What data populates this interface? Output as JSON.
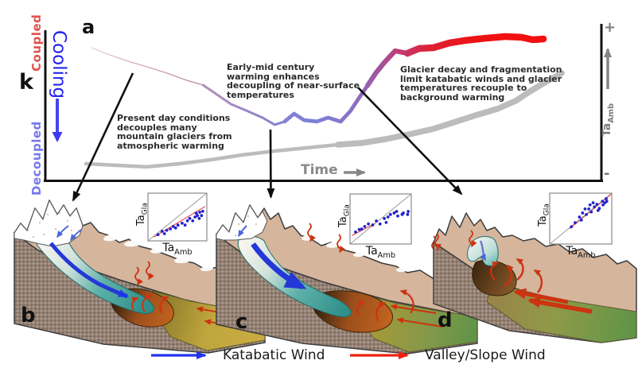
{
  "panel_labels": {
    "a": "a",
    "b": "b",
    "c": "c",
    "d": "d"
  },
  "axis": {
    "coupled": "Coupled",
    "k": "k",
    "decoupled": "Decoupled",
    "cooling": "Cooling",
    "time": "Time",
    "plus": "+",
    "minus": "-",
    "ta": "Ta",
    "amb": "Amb",
    "gla": "Gla"
  },
  "annotations": {
    "present_day": "Present day conditions\ndecouples many\nmountain glaciers from\natmospheric warming",
    "early_mid": "Early-mid century\nwarming enhances\ndecoupling of near-surface\ntemperatures",
    "glacier_decay": "Glacier decay and fragmentation\nlimit katabatic winds and glacier\ntemperatures recouple to\nbackground warming"
  },
  "legend": {
    "katabatic": "Katabatic Wind",
    "valley_slope": "Valley/Slope Wind"
  },
  "colors": {
    "coupled_red": "#e0524e",
    "decoupled_blue": "#7678ee",
    "cooling_blue": "#2525ee",
    "time_gray": "#8a8a8a",
    "ambient_gray": "#bcbcbc",
    "scatter_blue": "#2525cc",
    "trend_red": "#e05555",
    "katabatic_blue": "#2233ee",
    "valley_wind_red": "#cc3311",
    "glacier_teal": "#3f9f9a",
    "terrain_tan": "#d5b59c",
    "valley_yellow": "#c9ab42",
    "valley_green": "#5f9447",
    "curve_gradient": [
      [
        0,
        "#ecd9dc"
      ],
      [
        0.1,
        "#d8aeb6"
      ],
      [
        0.2,
        "#c295ab"
      ],
      [
        0.3,
        "#a98bc0"
      ],
      [
        0.4,
        "#8683d2"
      ],
      [
        0.5,
        "#7d7ed6"
      ],
      [
        0.57,
        "#8a74c6"
      ],
      [
        0.63,
        "#a055a0"
      ],
      [
        0.68,
        "#c23a6e"
      ],
      [
        0.74,
        "#dd2133"
      ],
      [
        0.85,
        "#ee1111"
      ],
      [
        1,
        "#f31010"
      ]
    ]
  },
  "chart_data": [
    {
      "id": "main",
      "type": "line",
      "title": "Glacier boundary-layer coupling k versus time (conceptual)",
      "xlabel": "Time",
      "ylabel": "k (Decoupled to Coupled)",
      "ylabel_right": "TaAmb (- to +)",
      "xlim": [
        0,
        100
      ],
      "ylim": [
        0,
        100
      ],
      "grid": false,
      "series": [
        {
          "name": "glacier_coupling_state",
          "style": "gradient_purple_to_red_thickening",
          "width_segments": [
            [
              0,
              6,
              1.4
            ],
            [
              6,
              12,
              3
            ],
            [
              12,
              20,
              4.8
            ],
            [
              20,
              24,
              6.2
            ],
            [
              24,
              33,
              8.5
            ]
          ],
          "xy": [
            [
              8.3,
              88.4
            ],
            [
              11.2,
              84.2
            ],
            [
              14.8,
              79.5
            ],
            [
              18.3,
              75.8
            ],
            [
              21.9,
              71.6
            ],
            [
              25.5,
              66.8
            ],
            [
              28.4,
              63.7
            ],
            [
              30.5,
              58.4
            ],
            [
              33.4,
              51.1
            ],
            [
              36.2,
              46.8
            ],
            [
              39.1,
              42.1
            ],
            [
              41.3,
              37.4
            ],
            [
              43.1,
              39.5
            ],
            [
              44.8,
              44.7
            ],
            [
              46.6,
              40.5
            ],
            [
              48.9,
              39.5
            ],
            [
              50.9,
              42.1
            ],
            [
              53.2,
              39.5
            ],
            [
              54.9,
              46.3
            ],
            [
              56.6,
              55.8
            ],
            [
              58,
              63.2
            ],
            [
              59.5,
              71.6
            ],
            [
              61,
              78.4
            ],
            [
              63,
              86.3
            ],
            [
              65.2,
              84.7
            ],
            [
              67.3,
              87.9
            ],
            [
              69.9,
              88.4
            ],
            [
              72.8,
              91.6
            ],
            [
              75.6,
              93.2
            ],
            [
              79.2,
              94.7
            ],
            [
              82.8,
              95.8
            ],
            [
              85.7,
              95.3
            ],
            [
              87.8,
              93.7
            ],
            [
              89.7,
              94.2
            ]
          ]
        },
        {
          "name": "ambient_air_temperature",
          "style": "gray_band_thickening",
          "width_segments": [
            [
              0,
              8,
              4.5
            ],
            [
              8,
              19,
              7.5
            ]
          ],
          "xy": [
            [
              7.3,
              11.6
            ],
            [
              13.3,
              10.5
            ],
            [
              18.3,
              9.5
            ],
            [
              24.1,
              11.6
            ],
            [
              29.8,
              14.2
            ],
            [
              35.5,
              17.4
            ],
            [
              41.3,
              20
            ],
            [
              47,
              22.1
            ],
            [
              52.7,
              24.2
            ],
            [
              57,
              25.3
            ],
            [
              61.3,
              27.9
            ],
            [
              65.6,
              31.1
            ],
            [
              69.9,
              34.7
            ],
            [
              73.5,
              38.9
            ],
            [
              77.1,
              43.2
            ],
            [
              81.4,
              47.9
            ],
            [
              84.7,
              53.2
            ],
            [
              87.5,
              60
            ],
            [
              90.4,
              66.3
            ],
            [
              93,
              71.6
            ]
          ]
        }
      ]
    },
    {
      "id": "inset-b",
      "type": "scatter",
      "xlabel": "TaAmb",
      "ylabel": "TaGla",
      "one_to_one_line": true,
      "trend": [
        [
          10,
          8
        ],
        [
          97,
          72
        ]
      ],
      "points": [
        [
          17,
          13
        ],
        [
          24,
          20
        ],
        [
          28,
          15
        ],
        [
          32,
          22
        ],
        [
          38,
          25
        ],
        [
          43,
          30
        ],
        [
          47,
          27
        ],
        [
          51,
          33
        ],
        [
          58,
          37
        ],
        [
          63,
          33
        ],
        [
          67,
          42
        ],
        [
          71,
          47
        ],
        [
          76,
          42
        ],
        [
          80,
          50
        ],
        [
          82,
          58
        ],
        [
          84,
          53
        ],
        [
          87,
          47
        ],
        [
          88,
          60
        ],
        [
          91,
          53
        ],
        [
          93,
          62
        ]
      ]
    },
    {
      "id": "inset-c",
      "type": "scatter",
      "xlabel": "TaAmb",
      "ylabel": "TaGla",
      "one_to_one_line": true,
      "trend": [
        [
          3,
          17
        ],
        [
          41,
          41
        ]
      ],
      "points": [
        [
          9,
          24
        ],
        [
          15,
          29
        ],
        [
          19,
          30
        ],
        [
          24,
          35
        ],
        [
          30,
          40
        ],
        [
          37,
          38
        ],
        [
          43,
          46
        ],
        [
          49,
          40
        ],
        [
          56,
          51
        ],
        [
          59,
          43
        ],
        [
          62,
          54
        ],
        [
          66,
          59
        ],
        [
          72,
          62
        ],
        [
          76,
          65
        ],
        [
          78,
          56
        ],
        [
          85,
          59
        ],
        [
          87,
          62
        ],
        [
          94,
          59
        ],
        [
          95,
          65
        ]
      ]
    },
    {
      "id": "inset-d",
      "type": "scatter",
      "xlabel": "TaAmb",
      "ylabel": "TaGla",
      "one_to_one_line": true,
      "trend": [
        [
          32,
          30
        ],
        [
          99,
          98
        ]
      ],
      "points": [
        [
          35,
          34
        ],
        [
          41,
          42
        ],
        [
          48,
          53
        ],
        [
          51,
          47
        ],
        [
          53,
          61
        ],
        [
          57,
          69
        ],
        [
          59,
          58
        ],
        [
          63,
          69
        ],
        [
          65,
          77
        ],
        [
          67,
          63
        ],
        [
          70,
          81
        ],
        [
          72,
          73
        ],
        [
          76,
          78
        ],
        [
          78,
          66
        ],
        [
          80,
          70
        ],
        [
          85,
          84
        ],
        [
          86,
          77
        ],
        [
          89,
          81
        ],
        [
          91,
          89
        ],
        [
          92,
          84
        ]
      ]
    }
  ]
}
